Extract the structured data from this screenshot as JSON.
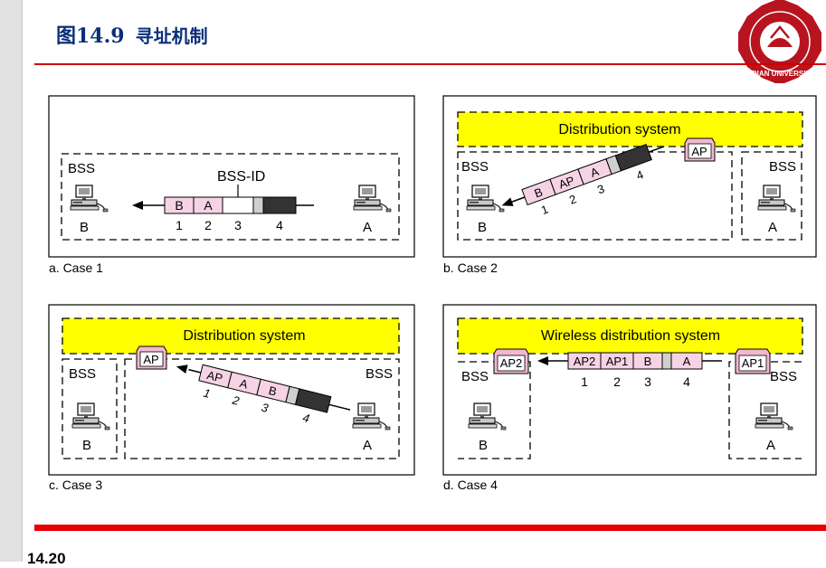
{
  "header": {
    "fig_number": "图14.9",
    "fig_title": "寻址机制",
    "page_number": "14.20"
  },
  "seal_text": "XIDIAN UNIVERSITY",
  "colors": {
    "title": "#0b2f7a",
    "rule": "#cc0000",
    "band": "#ffff00",
    "frame_pink": "#f6d3e4",
    "ap_pink": "#f2b8d2",
    "trailer": "#333333"
  },
  "cases": {
    "c1": {
      "caption": "a. Case 1",
      "bss": "BSS",
      "bss_id": "BSS-ID",
      "fields": [
        "B",
        "A"
      ],
      "nums": [
        "1",
        "2",
        "3",
        "4"
      ],
      "station_left": "B",
      "station_right": "A"
    },
    "c2": {
      "caption": "b. Case 2",
      "ds": "Distribution system",
      "ap": "AP",
      "bss_left": "BSS",
      "bss_right": "BSS",
      "fields": [
        "B",
        "AP",
        "A"
      ],
      "nums": [
        "1",
        "2",
        "3",
        "4"
      ],
      "station_left": "B",
      "station_right": "A"
    },
    "c3": {
      "caption": "c. Case 3",
      "ds": "Distribution system",
      "ap": "AP",
      "bss_left": "BSS",
      "bss_right": "BSS",
      "fields": [
        "AP",
        "A",
        "B"
      ],
      "nums": [
        "1",
        "2",
        "3",
        "4"
      ],
      "station_left": "B",
      "station_right": "A"
    },
    "c4": {
      "caption": "d. Case 4",
      "ds": "Wireless distribution system",
      "ap_left": "AP2",
      "ap_right": "AP1",
      "bss_left": "BSS",
      "bss_right": "BSS",
      "fields": [
        "AP2",
        "AP1",
        "B",
        "A"
      ],
      "nums": [
        "1",
        "2",
        "3",
        "4"
      ],
      "station_left": "B",
      "station_right": "A"
    }
  }
}
